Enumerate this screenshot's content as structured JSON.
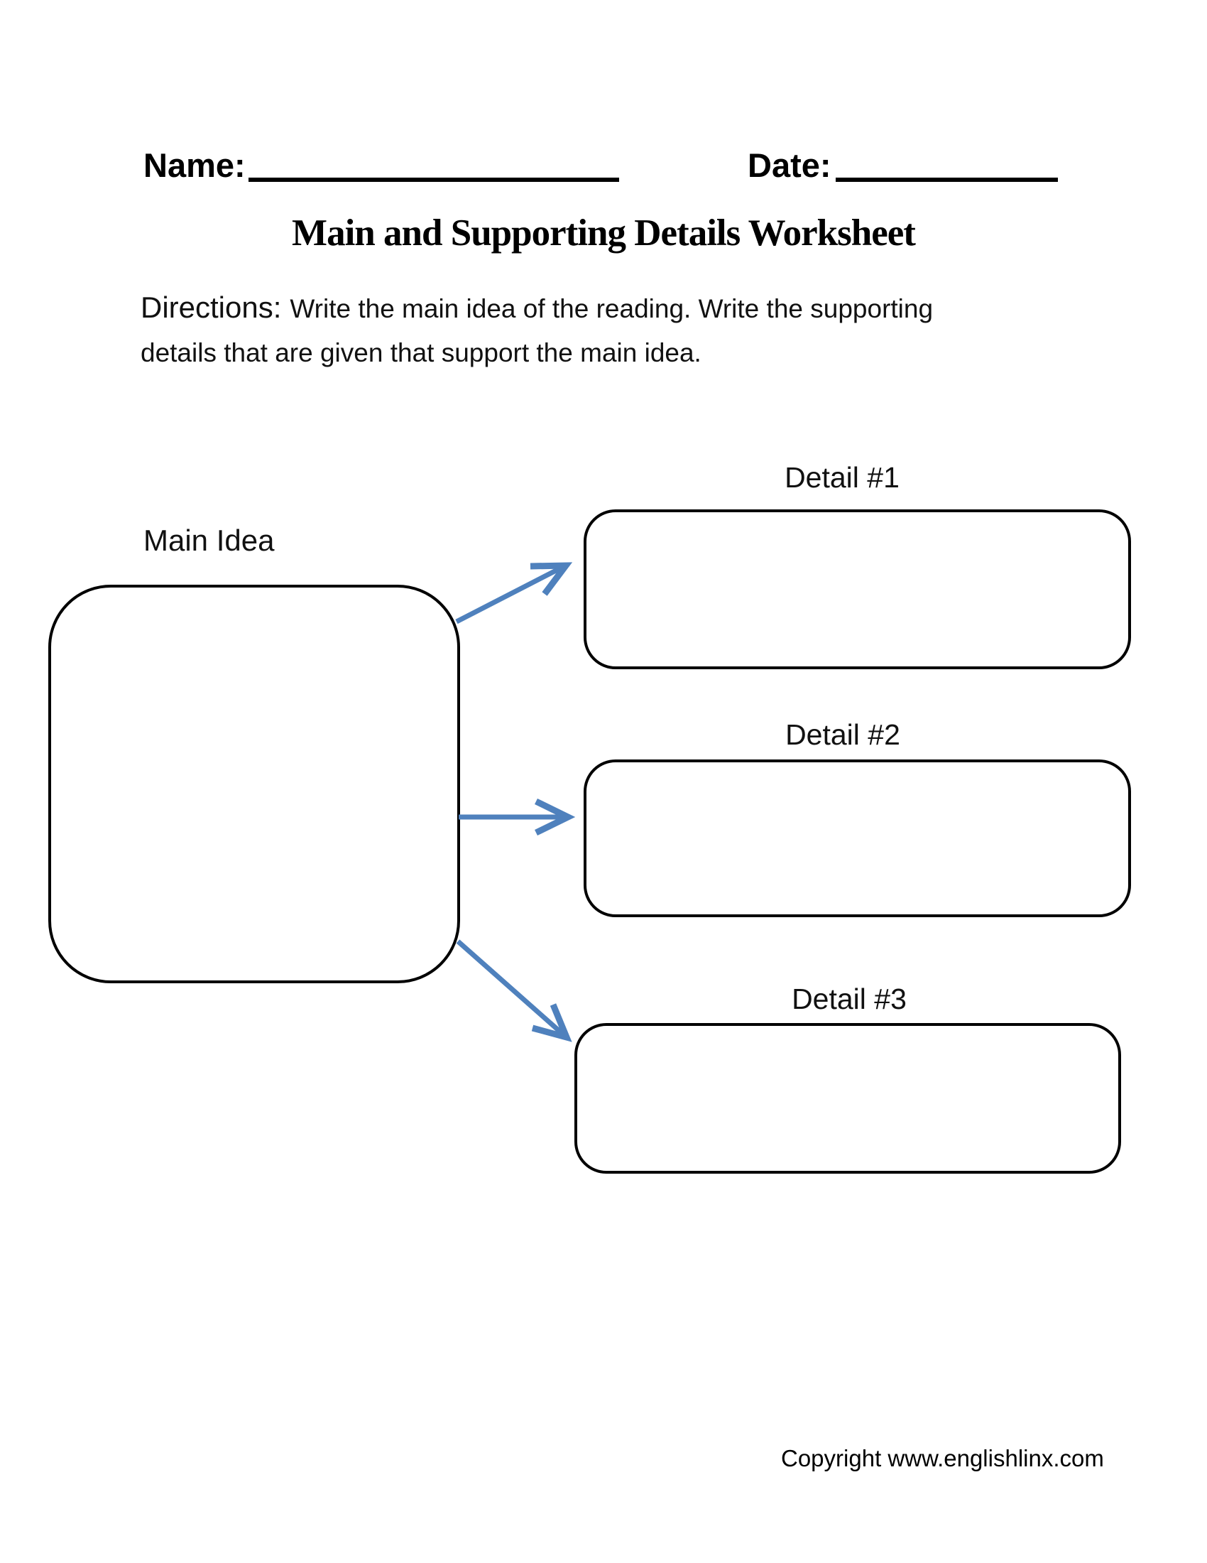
{
  "header": {
    "name_label": "Name:",
    "date_label": "Date:"
  },
  "title": "Main and Supporting Details Worksheet",
  "directions": {
    "lead": "Directions:",
    "line1": "Write the main idea of the reading. Write the supporting",
    "line2": "details that are given that support the main idea."
  },
  "diagram": {
    "main_idea_label": "Main Idea",
    "details": [
      {
        "label": "Detail #1"
      },
      {
        "label": "Detail #2"
      },
      {
        "label": "Detail #3"
      }
    ]
  },
  "footer": {
    "copyright": "Copyright www.englishlinx.com"
  },
  "colors": {
    "arrow": "#4f81bd",
    "ink": "#000000"
  }
}
